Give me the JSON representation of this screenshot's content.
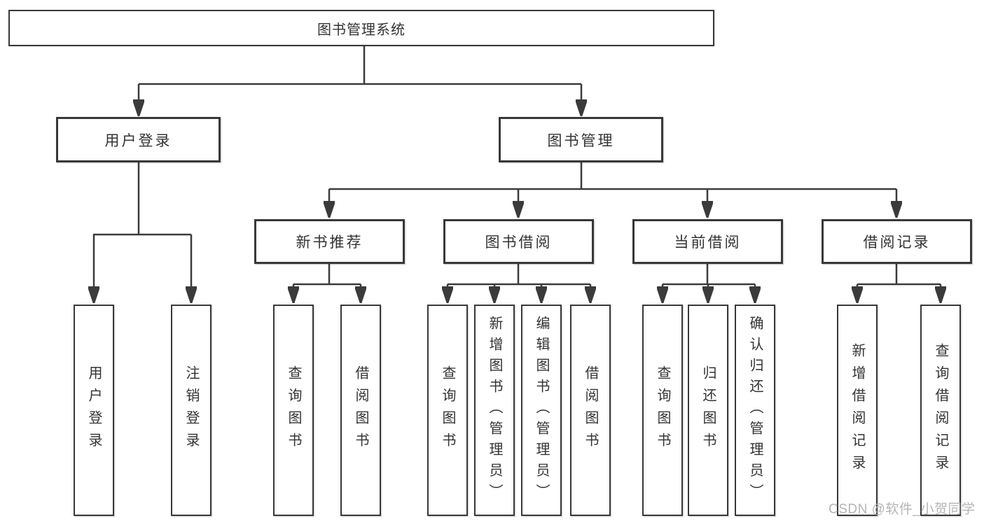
{
  "diagram": {
    "title": "图书管理系统",
    "nodes": {
      "root": "图书管理系统",
      "userLogin": "用户登录",
      "bookMgmt": "图书管理",
      "newBookRec": "新书推荐",
      "bookBorrow": "图书借阅",
      "currentBorrow": "当前借阅",
      "borrowRecords": "借阅记录",
      "leafUserLogin": "用户登录",
      "leafLogout": "注销登录",
      "leafQueryBook1": "查询图书",
      "leafBorrowBook1": "借阅图书",
      "leafQueryBook2": "查询图书",
      "leafAddBook": "新增图书（管理员）",
      "leafEditBook": "编辑图书（管理员）",
      "leafBorrowBook2": "借阅图书",
      "leafQueryBook3": "查询图书",
      "leafReturnBook": "归还图书",
      "leafConfirmReturn": "确认归还（管理员）",
      "leafAddBorrowRecord": "新增借阅记录",
      "leafQueryBorrowRecord": "查询借阅记录"
    },
    "tree": {
      "图书管理系统": {
        "用户登录": [
          "用户登录",
          "注销登录"
        ],
        "图书管理": {
          "新书推荐": [
            "查询图书",
            "借阅图书"
          ],
          "图书借阅": [
            "查询图书",
            "新增图书（管理员）",
            "编辑图书（管理员）",
            "借阅图书"
          ],
          "当前借阅": [
            "查询图书",
            "归还图书",
            "确认归还（管理员）"
          ],
          "借阅记录": [
            "新增借阅记录",
            "查询借阅记录"
          ]
        }
      }
    },
    "colors": {
      "line": "#3b3b3b",
      "border": "#383838",
      "fill": "#ffffff",
      "text": "#333333",
      "watermark": "#b5b5b5"
    }
  },
  "watermark": {
    "text": "CSDN @软件_小贺同学"
  }
}
